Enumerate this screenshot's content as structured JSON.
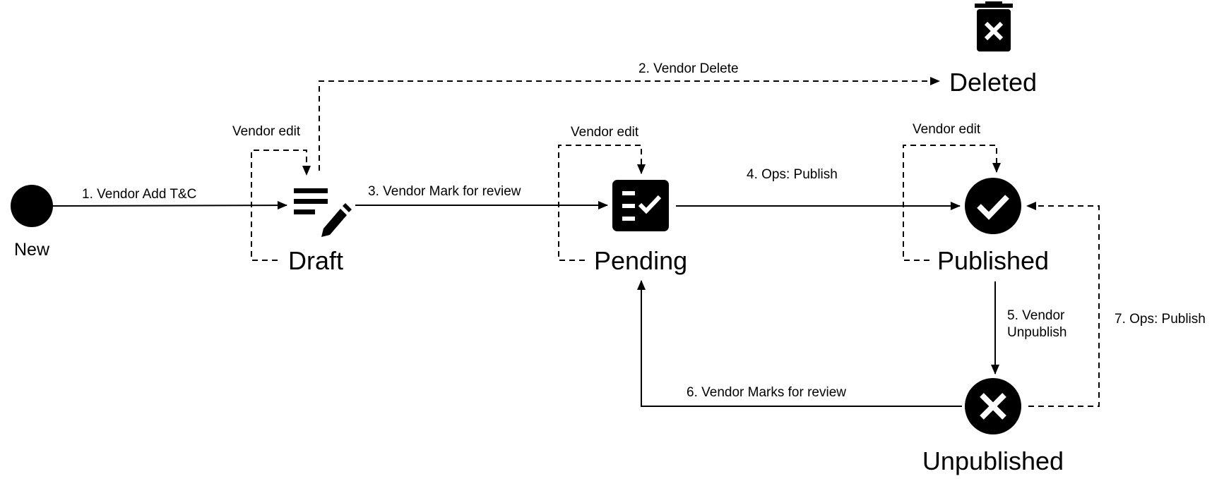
{
  "states": {
    "new": "New",
    "draft": "Draft",
    "pending": "Pending",
    "published": "Published",
    "unpublished": "Unpublished",
    "deleted": "Deleted"
  },
  "transitions": {
    "t1": "1. Vendor Add T&C",
    "t2": "2. Vendor Delete",
    "t3": "3. Vendor Mark for review",
    "t4": "4. Ops: Publish",
    "t5_line1": "5. Vendor",
    "t5_line2": "Unpublish",
    "t6": "6. Vendor Marks for review",
    "t7": "7. Ops: Publish"
  },
  "self_loops": {
    "draft": "Vendor edit",
    "pending": "Vendor edit",
    "published": "Vendor edit"
  },
  "icons": {
    "new": "start-node-icon",
    "draft": "edit-note-icon",
    "pending": "checklist-icon",
    "published": "check-circle-icon",
    "unpublished": "cancel-circle-icon",
    "deleted": "trash-icon"
  },
  "colors": {
    "ink": "#000000",
    "background": "#ffffff"
  }
}
